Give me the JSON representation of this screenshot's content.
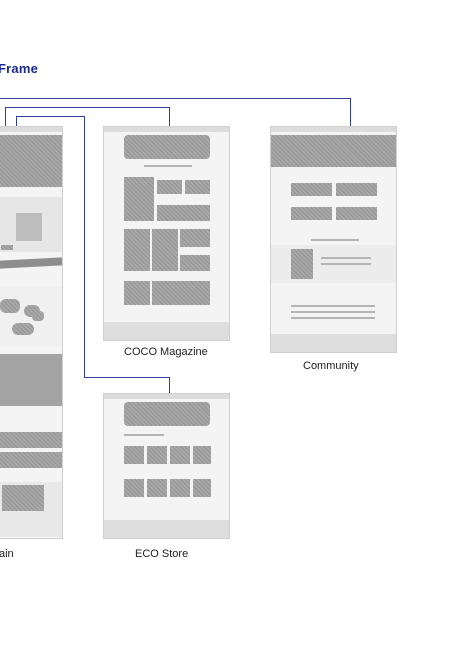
{
  "title": "Frame",
  "accent_color": "#1b2a8f",
  "connector_color": "#2f3fa0",
  "frames": {
    "main": {
      "label": "ain"
    },
    "magazine": {
      "label": "COCO Magazine"
    },
    "community": {
      "label": "Community"
    },
    "store": {
      "label": "ECO Store"
    }
  },
  "icons": {
    "wireframe_block": "hatched-rectangle"
  }
}
